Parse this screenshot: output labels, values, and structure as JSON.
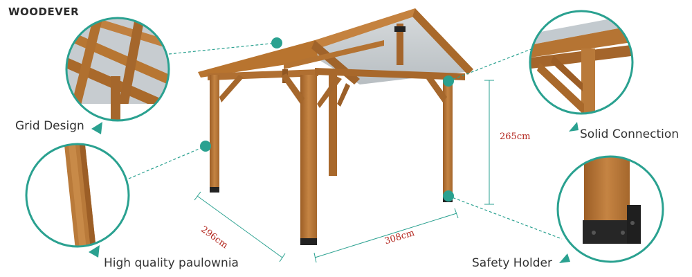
{
  "brand": {
    "name": "WOODEVER"
  },
  "features": {
    "grid_design": "Grid Design",
    "paulownia": "High quality paulownia",
    "solid_connection": "Solid Connection",
    "safety_holder": "Safety Holder"
  },
  "dimensions": {
    "depth": "296cm",
    "width": "308cm",
    "height": "265cm"
  },
  "colors": {
    "accent": "#2aa190",
    "dimension_text": "#b3261e",
    "wood": "#b57635",
    "roof": "#c8cdd0"
  }
}
